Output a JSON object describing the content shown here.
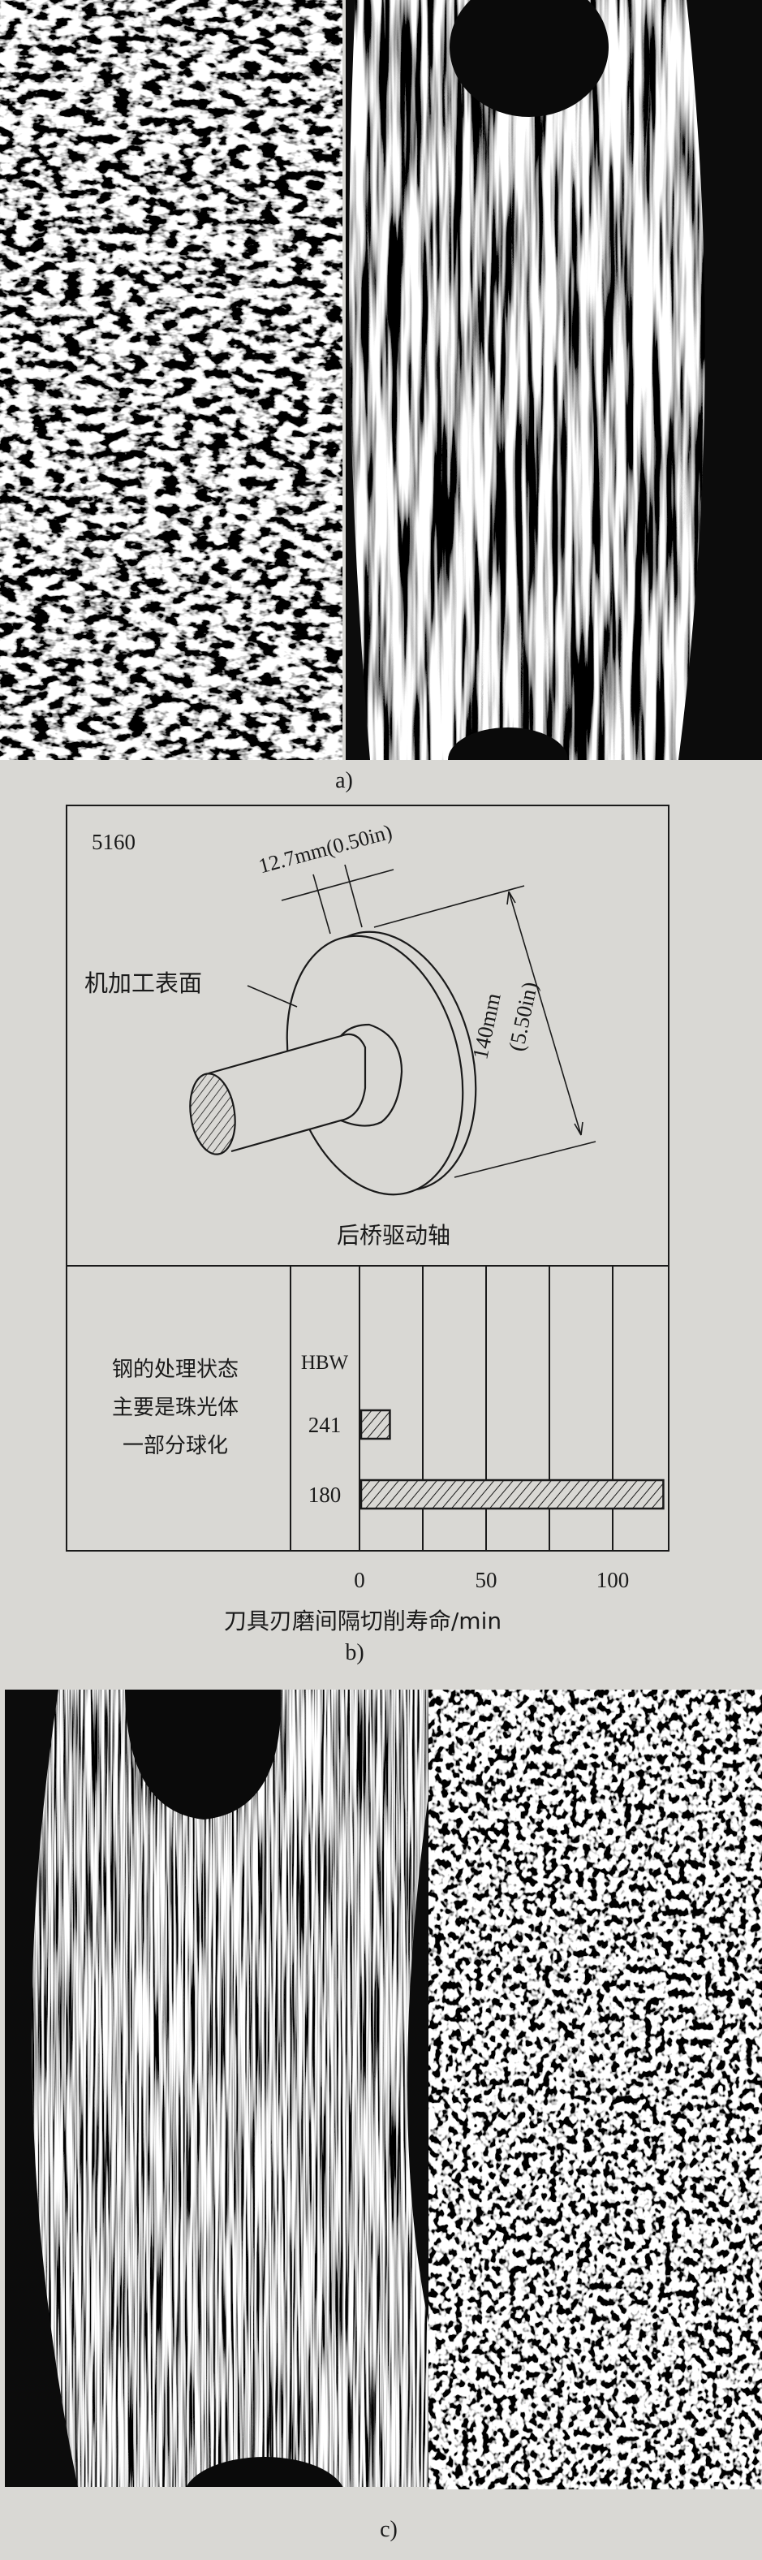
{
  "figure_a": {
    "caption": "a)"
  },
  "figure_b": {
    "caption": "b)",
    "steel_grade": "5160",
    "part_name": "后桥驱动轴",
    "machined_surface_label": "机加工表面",
    "dim_thickness": "12.7mm(0.50in)",
    "dim_diameter_mm": "140mm",
    "dim_diameter_in": "(5.50in)",
    "condition_lines": [
      "钢的处理状态",
      "主要是珠光体",
      "一部分球化"
    ]
  },
  "figure_c": {
    "caption": "c)"
  },
  "chart_data": {
    "type": "bar",
    "orientation": "horizontal",
    "category_header": "HBW",
    "categories": [
      "241",
      "180"
    ],
    "values": [
      12,
      120
    ],
    "xlabel": "刀具刃磨间隔切削寿命/min",
    "xlim": [
      0,
      120
    ],
    "xticks": [
      0,
      50,
      100
    ],
    "gridlines": [
      0,
      25,
      50,
      75,
      100
    ],
    "grid": true,
    "bar_fill": "hatched"
  }
}
